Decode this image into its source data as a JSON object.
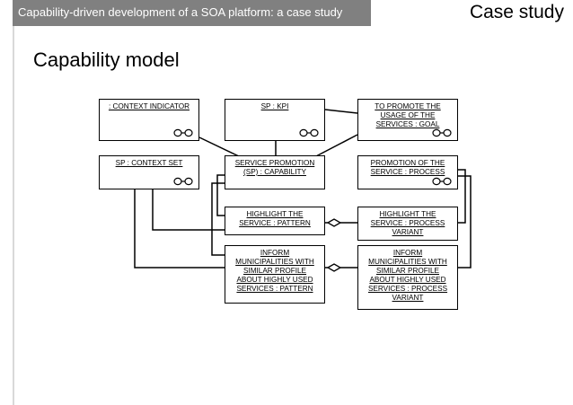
{
  "header": {
    "title": "Capability-driven development of a SOA platform: a case study",
    "badge": "Case study"
  },
  "page_title": "Capability model",
  "diagram": {
    "nodes": [
      {
        "id": "context-indicator",
        "label": ": CONTEXT INDICATOR",
        "icon": "glasses-icon"
      },
      {
        "id": "kpi",
        "label": "SP : KPI",
        "icon": "glasses-icon"
      },
      {
        "id": "goal",
        "label": "TO PROMOTE THE\nUSAGE OF THE\nSERVICES : GOAL",
        "icon": "glasses-icon"
      },
      {
        "id": "context-set",
        "label": "SP : CONTEXT SET",
        "icon": "glasses-icon"
      },
      {
        "id": "capability",
        "label": "SERVICE PROMOTION\n(SP) : CAPABILITY"
      },
      {
        "id": "process",
        "label": "PROMOTION OF THE\nSERVICE : PROCESS",
        "icon": "glasses-icon"
      },
      {
        "id": "pattern-highlight",
        "label": "HIGHLIGHT THE\nSERVICE : PATTERN"
      },
      {
        "id": "variant-highlight",
        "label": "HIGHLIGHT THE\nSERVICE : PROCESS\nVARIANT"
      },
      {
        "id": "pattern-inform",
        "label": "INFORM\nMUNICIPALITIES WITH\nSIMILAR PROFILE\nABOUT HIGHLY USED\nSERVICES : PATTERN"
      },
      {
        "id": "variant-inform",
        "label": "INFORM\nMUNICIPALITIES WITH\nSIMILAR PROFILE\nABOUT HIGHLY USED\nSERVICES : PROCESS\nVARIANT"
      }
    ],
    "edges": [
      {
        "from": "context-indicator",
        "to": "capability"
      },
      {
        "from": "kpi",
        "to": "capability"
      },
      {
        "from": "goal",
        "to": "capability"
      },
      {
        "from": "kpi",
        "to": "goal"
      },
      {
        "from": "context-set",
        "to": "pattern-highlight"
      },
      {
        "from": "context-set",
        "to": "pattern-inform"
      },
      {
        "from": "capability",
        "to": "pattern-highlight"
      },
      {
        "from": "capability",
        "to": "pattern-inform"
      },
      {
        "from": "process",
        "to": "variant-highlight"
      },
      {
        "from": "process",
        "to": "variant-inform"
      },
      {
        "from": "pattern-highlight",
        "to": "variant-highlight",
        "end": "diamond"
      },
      {
        "from": "pattern-inform",
        "to": "variant-inform",
        "end": "diamond"
      }
    ]
  },
  "colors": {
    "header_bar": "#808080",
    "header_text": "#ffffff",
    "line": "#000000"
  }
}
